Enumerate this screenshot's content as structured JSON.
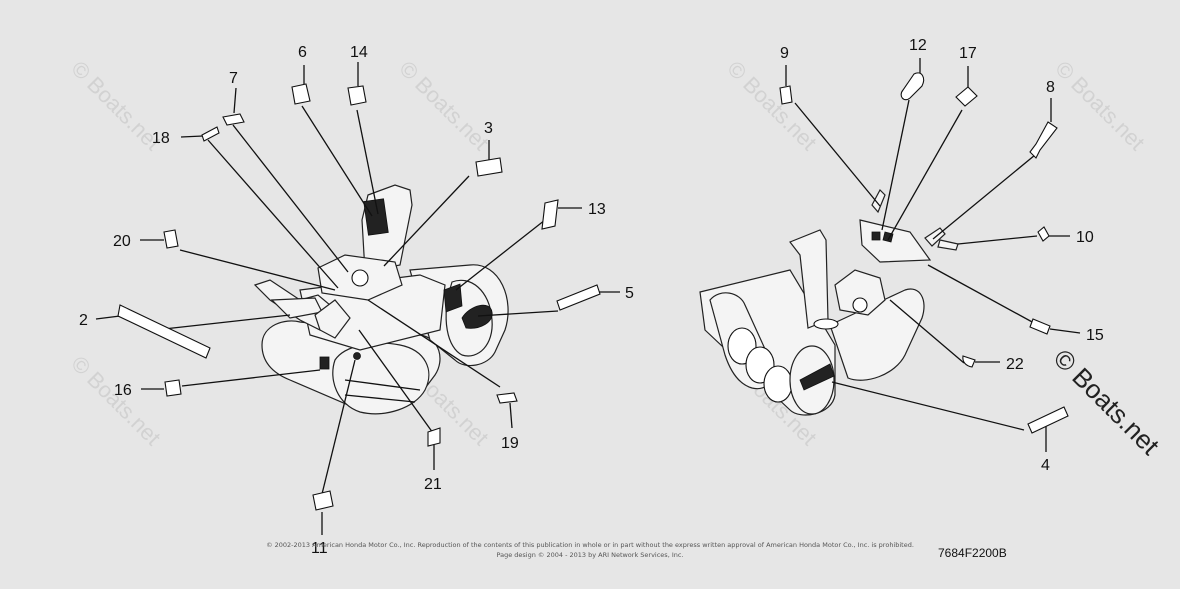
{
  "callouts": {
    "n2": "2",
    "n3": "3",
    "n4": "4",
    "n5": "5",
    "n6": "6",
    "n7": "7",
    "n8": "8",
    "n9": "9",
    "n10": "10",
    "n11": "11",
    "n12": "12",
    "n13": "13",
    "n14": "14",
    "n15": "15",
    "n16": "16",
    "n17": "17",
    "n18": "18",
    "n19": "19",
    "n20": "20",
    "n21": "21",
    "n22": "22"
  },
  "watermark": {
    "faint": "© Boats.net",
    "big": "© Boats.net"
  },
  "footer": {
    "line1": "© 2002-2013 American Honda Motor Co., Inc. Reproduction of the contents of this publication in whole or in part without the express written approval of American Honda Motor Co., Inc. is prohibited.",
    "line2": "Page design © 2004 - 2013 by ARI Network Services, Inc.",
    "code": "7684F2200B"
  },
  "colors": {
    "background": "#e6e6e6",
    "ink": "#111111"
  }
}
